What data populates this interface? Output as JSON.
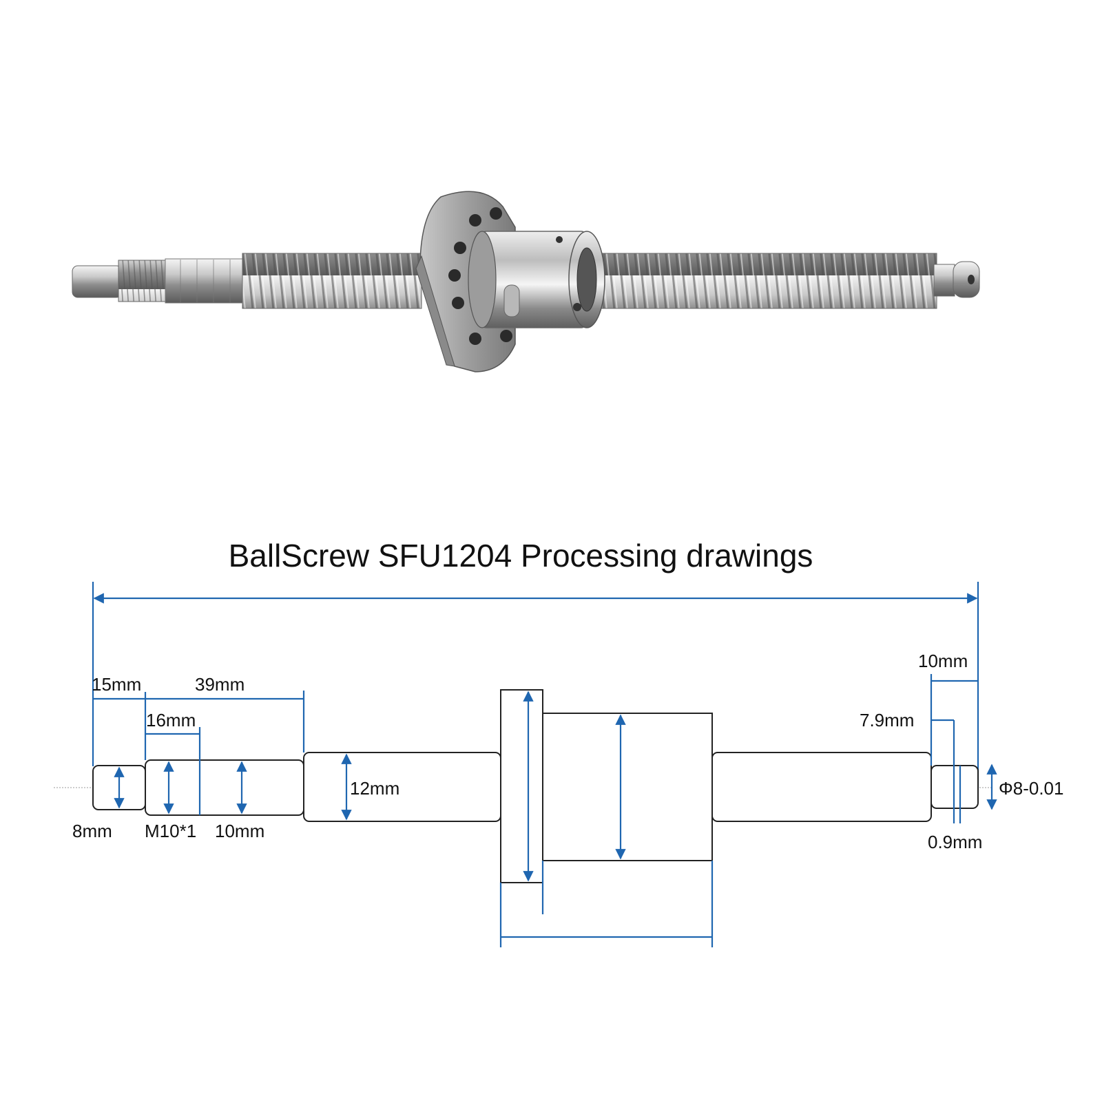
{
  "title": "BallScrew SFU1204 Processing drawings",
  "colors": {
    "dimension_line": "#1f66b0",
    "outline": "#222222",
    "background": "#ffffff"
  },
  "dimensions": {
    "end_length_left": "15mm",
    "length_39": "39mm",
    "thread_length": "16mm",
    "end_dia_left": "8mm",
    "thread_spec": "M10*1",
    "neck_dia": "10mm",
    "screw_dia": "12mm",
    "end_length_right": "10mm",
    "groove_pos": "7.9mm",
    "groove_width": "0.9mm",
    "end_dia_right": "Φ8-0.01"
  }
}
